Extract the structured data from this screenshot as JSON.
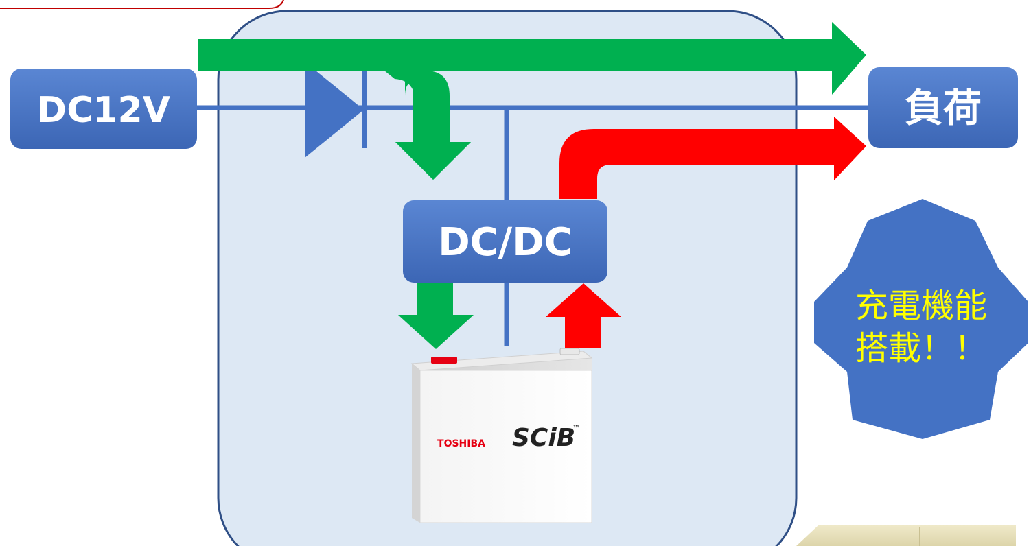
{
  "diagram": {
    "source_label": "DC12V",
    "load_label": "負荷",
    "converter_label": "DC/DC",
    "badge": {
      "line1": "充電機能",
      "line2": "搭載！！"
    },
    "battery": {
      "brand": "TOSHIBA",
      "product": "SCiB",
      "tm": "™"
    }
  },
  "colors": {
    "enclosure_fill": "#dde8f4",
    "enclosure_stroke": "#2f4f86",
    "box_fill": "#4472c4",
    "wire": "#4472c4",
    "charge_flow": "#00b050",
    "discharge_flow": "#ff0000",
    "badge_fill": "#4472c4",
    "badge_text": "#ffff00",
    "callout_border": "#c00000",
    "toshiba_red": "#e60012"
  }
}
